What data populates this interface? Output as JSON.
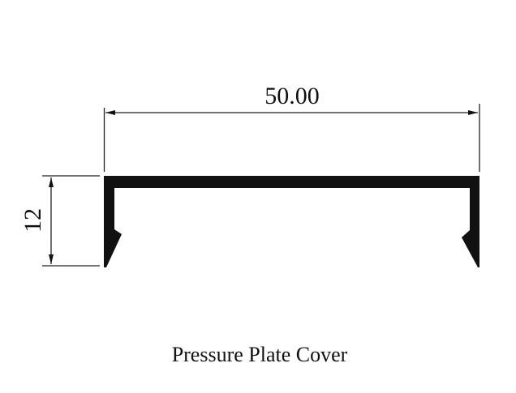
{
  "diagram": {
    "width_dimension": "50.00",
    "height_dimension": "12",
    "caption": "Pressure Plate Cover",
    "ink_color": "#111111"
  }
}
